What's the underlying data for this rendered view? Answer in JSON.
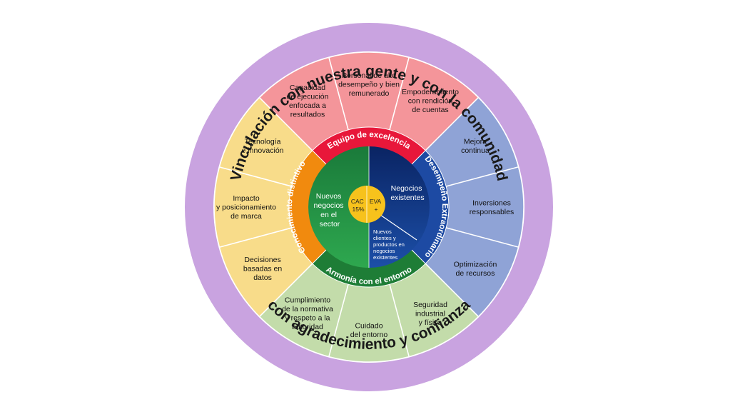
{
  "outer_ring": {
    "top_text": "Vinculación con nuestra gente y con la comunidad",
    "bottom_text": "con agradecimiento y confianza"
  },
  "segments": [
    {
      "group": "equipo",
      "lines": [
        "Personal de alto",
        "desempeño y bien",
        "remunerado"
      ]
    },
    {
      "group": "equipo",
      "lines": [
        "Empoderamiento",
        "con rendición",
        "de cuentas"
      ]
    },
    {
      "group": "desempeno",
      "lines": [
        "Mejora",
        "continua"
      ]
    },
    {
      "group": "desempeno",
      "lines": [
        "Inversiones",
        "responsables"
      ]
    },
    {
      "group": "desempeno",
      "lines": [
        "Optimización",
        "de recursos"
      ]
    },
    {
      "group": "armonia",
      "lines": [
        "Seguridad",
        "industrial",
        "y física"
      ]
    },
    {
      "group": "armonia",
      "lines": [
        "Cuidado",
        "del entorno"
      ]
    },
    {
      "group": "armonia",
      "lines": [
        "Cumplimiento",
        "de la normativa",
        "y respeto a la",
        "autoridad"
      ]
    },
    {
      "group": "conocimiento",
      "lines": [
        "Decisiones",
        "basadas en",
        "datos"
      ]
    },
    {
      "group": "conocimiento",
      "lines": [
        "Impacto",
        "y posicionamiento",
        "de marca"
      ]
    },
    {
      "group": "conocimiento",
      "lines": [
        "Tecnología",
        "e innovación"
      ]
    },
    {
      "group": "equipo",
      "lines": [
        "Capacidad",
        "de ejecución",
        "enfocada a",
        "resultados"
      ]
    }
  ],
  "rings": {
    "equipo": "Equipo de excelencia",
    "desempeno": "Desempeño Extraordinario",
    "armonia": "Armonía con el entorno",
    "conocimiento": "Conocimiento distintivo"
  },
  "center": {
    "left_lines": [
      "Nuevos",
      "negocios",
      "en el",
      "sector"
    ],
    "right_lines": [
      "Negocios",
      "existentes"
    ],
    "small_lines": [
      "Nuevos",
      "clientes y",
      "productos en",
      "negocios",
      "existentes"
    ],
    "core_left": [
      "CAC",
      "15%"
    ],
    "core_right": [
      "EVA",
      "+"
    ]
  },
  "colors": {
    "outer_ring": "#c9a3e0",
    "equipo_segment": "#f4959a",
    "desempeno_segment": "#8fa3d6",
    "armonia_segment": "#c3dcaa",
    "conocimiento_segment": "#f8dc8a",
    "equipo_ring": "#e8173a",
    "desempeno_ring": "#1d4aa3",
    "armonia_ring": "#1e7d36",
    "conocimiento_ring": "#f18a0e",
    "center_green": "#1f9148",
    "center_blue": "#0d2f7a",
    "core": "#f7c21c"
  }
}
